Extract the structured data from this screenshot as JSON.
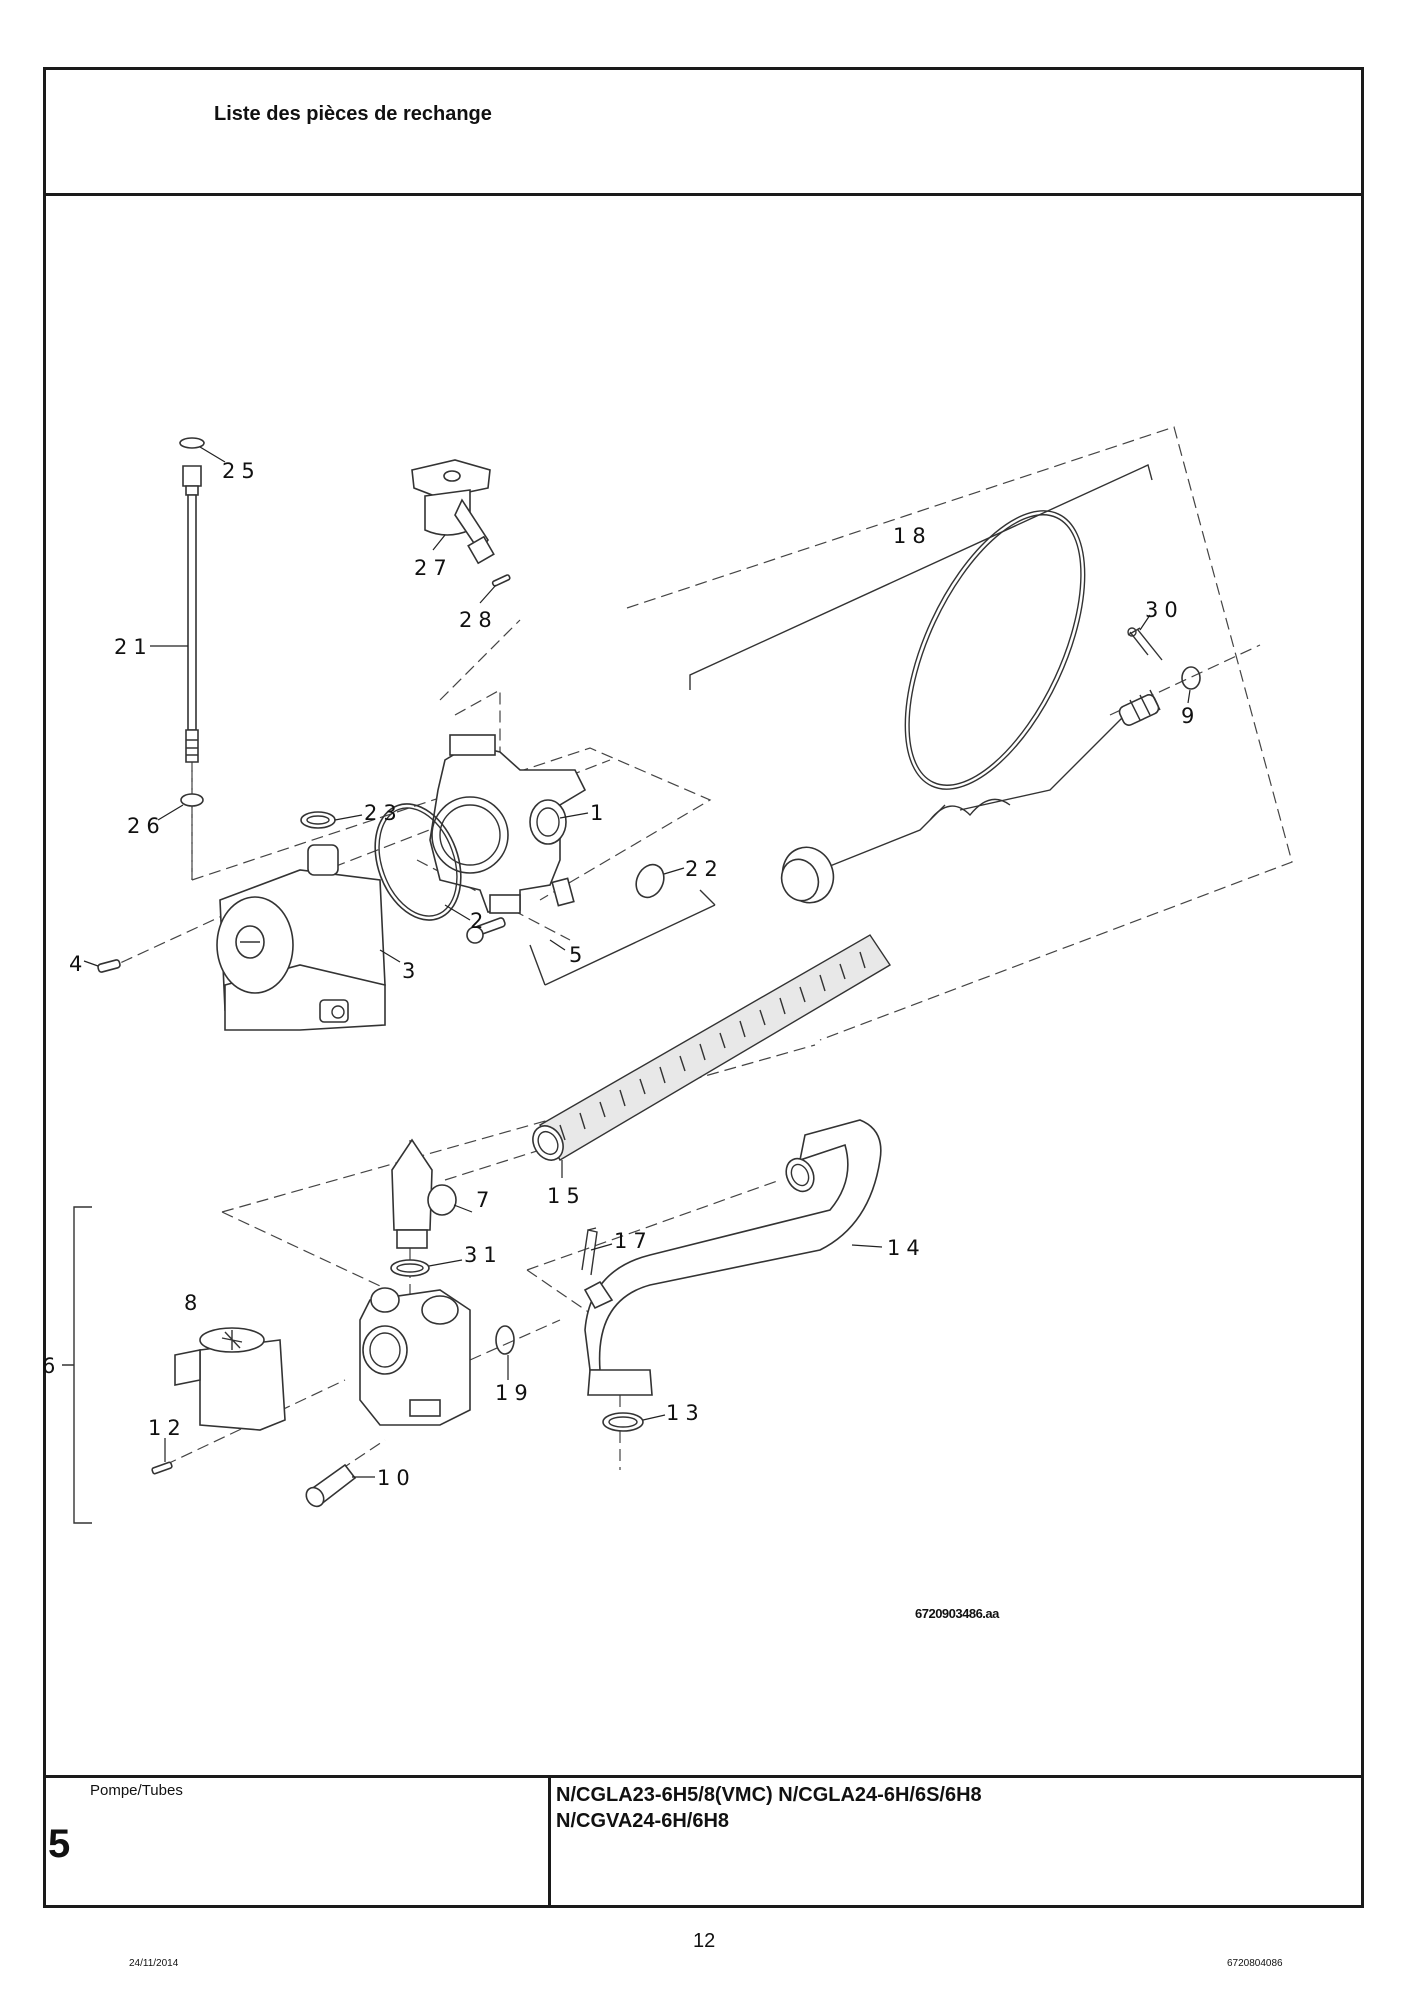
{
  "header": {
    "title": "Liste des pièces de rechange"
  },
  "diagram": {
    "reference_code": "6720903486.aa",
    "callouts": {
      "p1": "1",
      "p2": "2",
      "p3": "3",
      "p4": "4",
      "p5": "5",
      "p6": "6",
      "p7": "7",
      "p8": "8",
      "p9": "9",
      "p10": "10",
      "p12": "12",
      "p13": "13",
      "p14": "14",
      "p15": "15",
      "p17": "17",
      "p18": "18",
      "p19": "19",
      "p21": "21",
      "p22": "22",
      "p23": "23",
      "p25": "25",
      "p26": "26",
      "p27": "27",
      "p28": "28",
      "p30": "30",
      "p31": "31"
    }
  },
  "footer": {
    "section_name": "Pompe/Tubes",
    "section_number": "5",
    "models_line1": "N/CGLA23-6H5/8(VMC) N/CGLA24-6H/6S/6H8",
    "models_line2": "N/CGVA24-6H/6H8"
  },
  "page": {
    "number": "12",
    "date": "24/11/2014",
    "document_ref": "6720804086"
  }
}
